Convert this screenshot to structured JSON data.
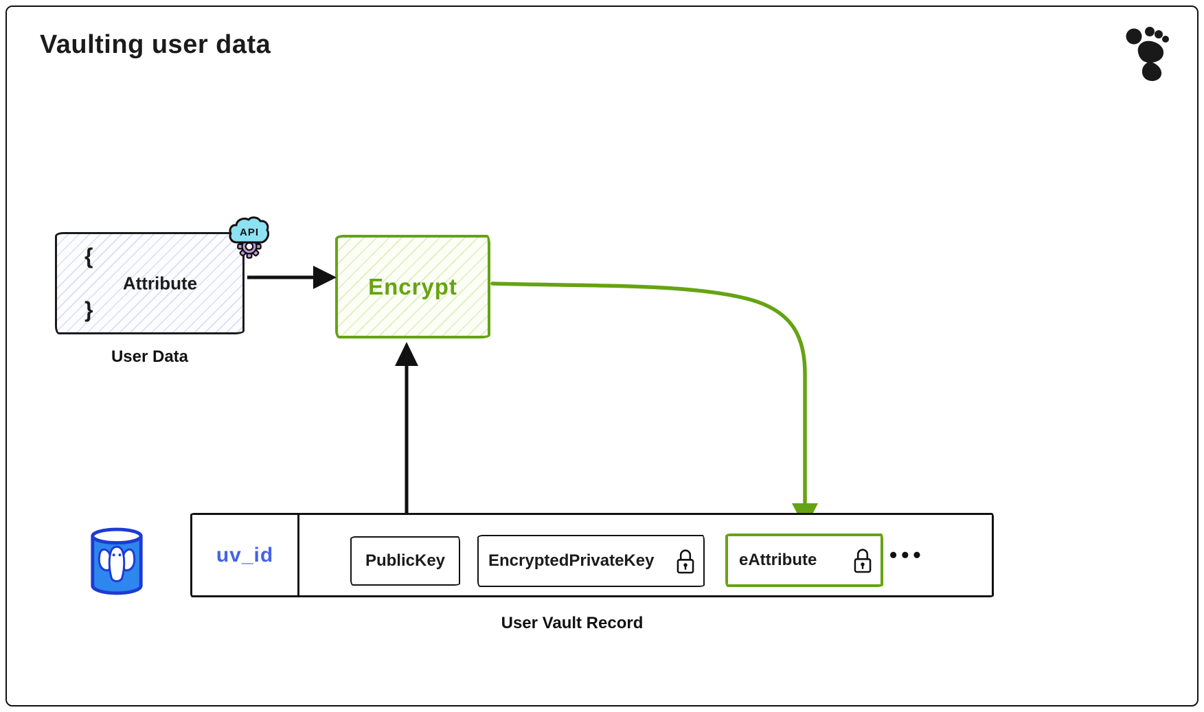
{
  "title": "Vaulting user data",
  "user_data_box": {
    "brace_open": "{",
    "brace_close": "}",
    "attribute": "Attribute",
    "api_badge": "API",
    "caption": "User Data"
  },
  "encrypt_box": {
    "label": "Encrypt"
  },
  "vault_record": {
    "caption": "User Vault Record",
    "uv_id": "uv_id",
    "public_key": "PublicKey",
    "encrypted_private_key": "EncryptedPrivateKey",
    "e_attribute": "eAttribute",
    "more": "•••"
  },
  "icons": {
    "footprint_logo": "footprint-logo",
    "api_cloud": "api-cloud",
    "api_gear": "gear",
    "database": "postgresql-elephant-database",
    "lock": "padlock"
  },
  "colors": {
    "ink": "#111111",
    "green": "#66a312",
    "green_hatch": "rgba(150,195,70,0.26)",
    "blue_hatch": "rgba(126,146,225,0.30)",
    "uv_id_blue": "#4263eb",
    "db_outline_blue": "#1d3bd2",
    "db_fill_blue": "#2e86ef",
    "cloud_cyan": "#8ce1f2",
    "gear_purple": "#c49bdb"
  }
}
